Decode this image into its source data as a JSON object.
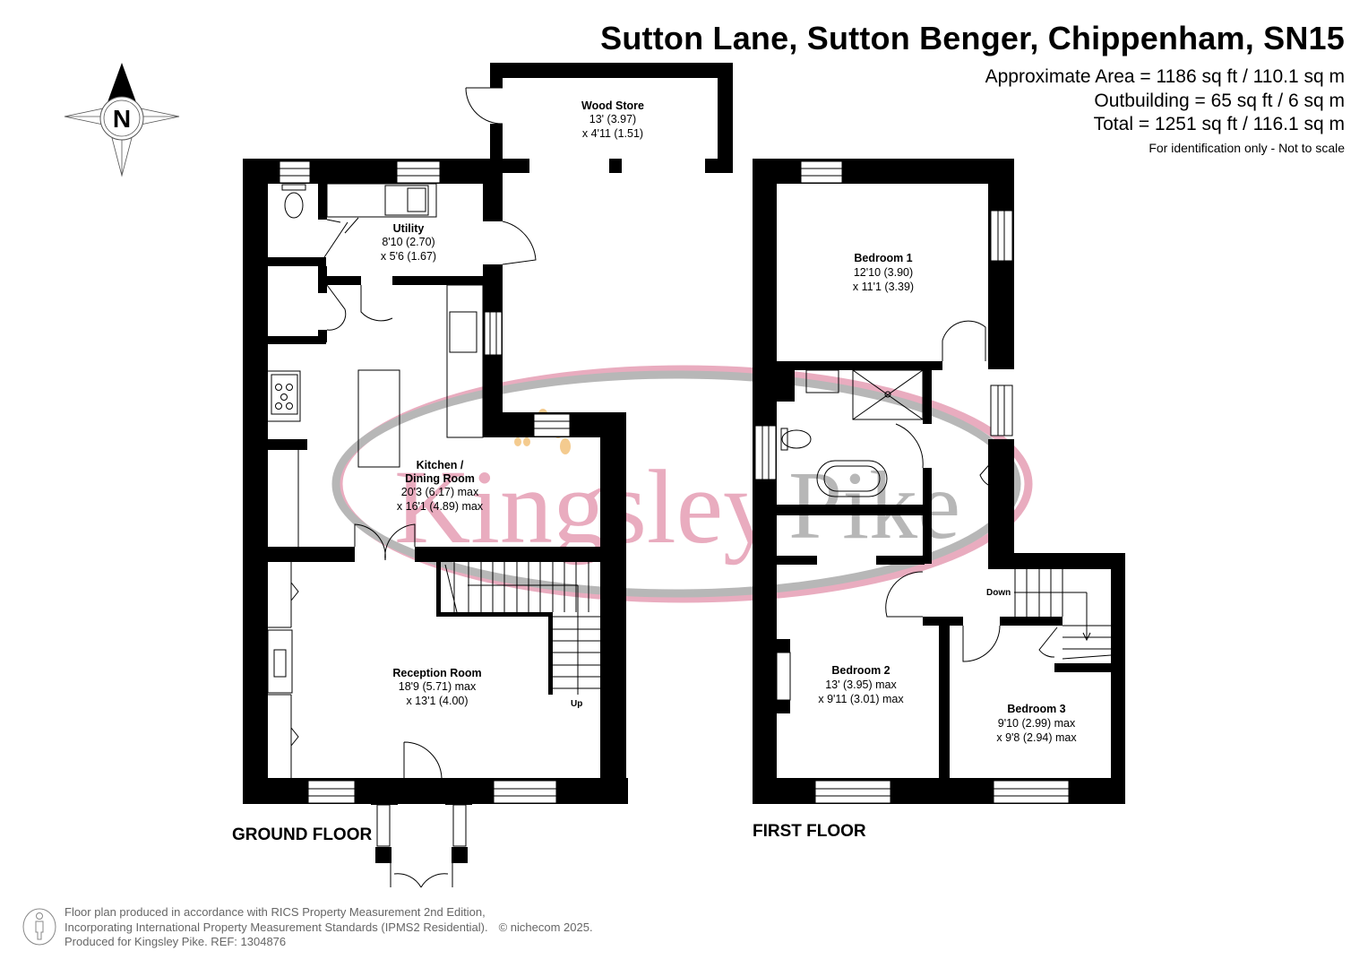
{
  "header": {
    "title": "Sutton Lane, Sutton Benger, Chippenham, SN15",
    "areas": [
      "Approximate Area = 1186 sq ft / 110.1 sq m",
      "Outbuilding = 65 sq ft / 6 sq m",
      "Total = 1251 sq ft / 116.1 sq m"
    ],
    "note": "For identification only - Not to scale"
  },
  "compass": {
    "label": "N",
    "icon": "compass-rose-icon"
  },
  "watermark": {
    "text": "KingsleyPike",
    "colors": {
      "pink": "#e8a8bc",
      "grey": "#b4b4b4",
      "accent": "#f4c98a"
    }
  },
  "floors": [
    {
      "label": "GROUND FLOOR",
      "rooms": [
        {
          "name": "Wood Store",
          "dim1": "13' (3.97)",
          "dim2": "x 4'11 (1.51)"
        },
        {
          "name": "Utility",
          "dim1": "8'10 (2.70)",
          "dim2": "x 5'6 (1.67)"
        },
        {
          "name_line1": "Kitchen /",
          "name_line2": "Dining Room",
          "dim1": "20'3 (6.17) max",
          "dim2": "x 16'1 (4.89) max"
        },
        {
          "name": "Reception Room",
          "dim1": "18'9 (5.71) max",
          "dim2": "x 13'1 (4.00)"
        }
      ],
      "stairs_label": "Up"
    },
    {
      "label": "FIRST FLOOR",
      "rooms": [
        {
          "name": "Bedroom 1",
          "dim1": "12'10 (3.90)",
          "dim2": "x 11'1 (3.39)"
        },
        {
          "name": "Bedroom 2",
          "dim1": "13' (3.95) max",
          "dim2": "x 9'11 (3.01) max"
        },
        {
          "name": "Bedroom 3",
          "dim1": "9'10 (2.99) max",
          "dim2": "x 9'8 (2.94) max"
        }
      ],
      "stairs_label": "Down"
    }
  ],
  "footer": {
    "lines": [
      "Floor plan produced in accordance with RICS Property Measurement 2nd Edition,",
      "Incorporating International Property Measurement Standards (IPMS2 Residential).",
      "Produced for Kingsley Pike.   REF: 1304876"
    ],
    "copyright": "© nichecom 2025."
  }
}
